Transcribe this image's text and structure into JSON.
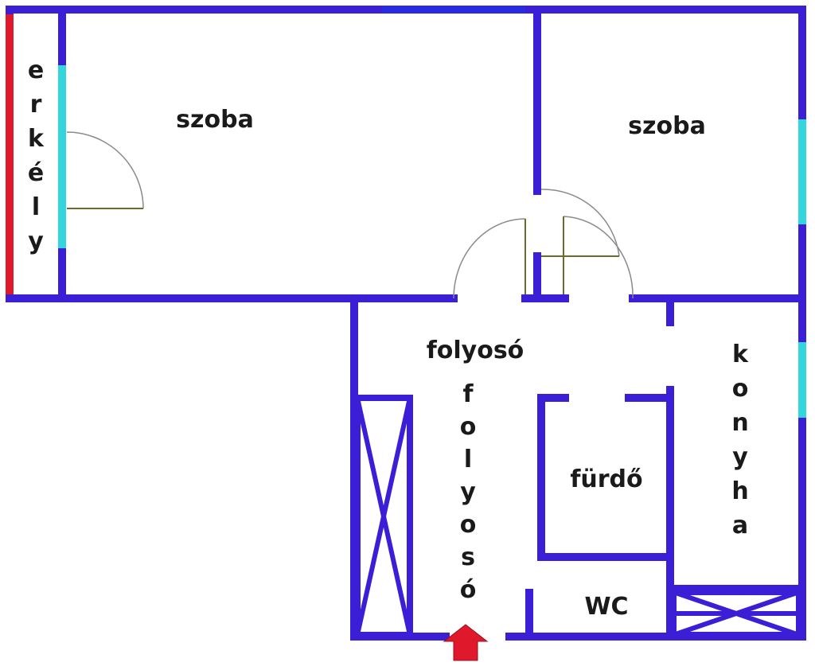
{
  "rooms": {
    "room_left": "szoba",
    "room_right": "szoba",
    "corridor_horizontal": "folyosó",
    "corridor_vertical": [
      "f",
      "o",
      "l",
      "y",
      "o",
      "s",
      "ó"
    ],
    "bathroom": "fürdő",
    "toilet": "WC",
    "kitchen": [
      "k",
      "o",
      "n",
      "y",
      "h",
      "a"
    ],
    "balcony": [
      "e",
      "r",
      "k",
      "é",
      "l",
      "y"
    ]
  },
  "colors": {
    "wall": "#3a1fd6",
    "window": "#33d6dd",
    "balcony_edge": "#e0182b",
    "entrance_arrow": "#e0182b"
  }
}
